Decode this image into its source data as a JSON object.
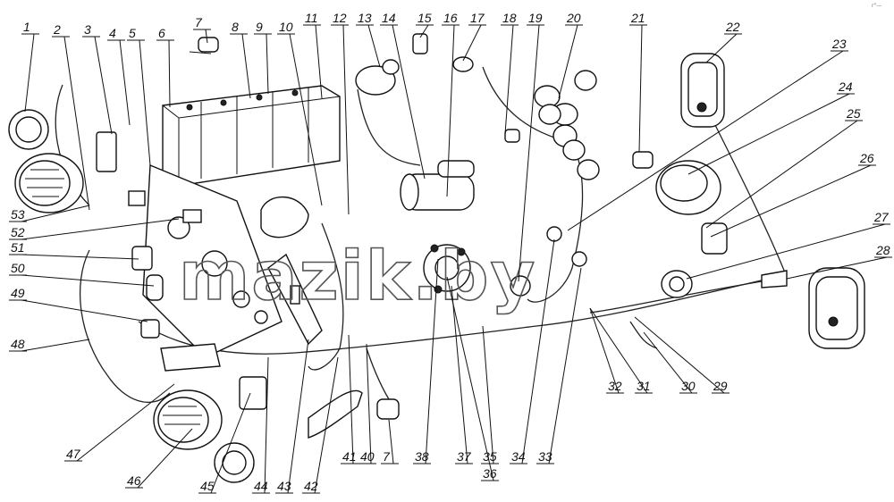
{
  "diagram": {
    "callouts": [
      "1",
      "2",
      "3",
      "4",
      "5",
      "6",
      "7",
      "8",
      "9",
      "10",
      "11",
      "12",
      "13",
      "14",
      "15",
      "16",
      "17",
      "18",
      "19",
      "20",
      "21",
      "22",
      "23",
      "24",
      "25",
      "26",
      "27",
      "28",
      "29",
      "30",
      "31",
      "32",
      "33",
      "34",
      "35",
      "36",
      "37",
      "38",
      "7",
      "40",
      "41",
      "42",
      "43",
      "44",
      "45",
      "46",
      "47",
      "48",
      "49",
      "50",
      "51",
      "52",
      "53"
    ],
    "watermark": "mazik.by"
  }
}
